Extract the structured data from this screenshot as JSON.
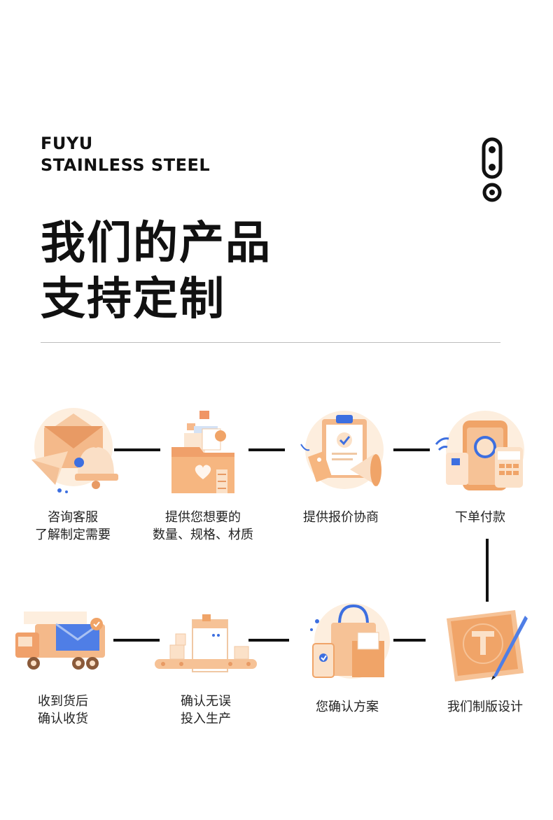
{
  "brand": {
    "line1": "FUYU",
    "line2": "STAINLESS STEEL"
  },
  "headline": {
    "line1": "我们的产品",
    "line2": "支持定制"
  },
  "process": {
    "row1": [
      {
        "icon": "customer-service-bell-icon",
        "lines": [
          "咨询客服",
          "了解制定需要"
        ]
      },
      {
        "icon": "folder-documents-icon",
        "lines": [
          "提供您想要的",
          "数量、规格、材质"
        ]
      },
      {
        "icon": "quote-clipboard-megaphone-icon",
        "lines": [
          "提供报价协商"
        ]
      },
      {
        "icon": "payment-terminal-icon",
        "lines": [
          "下单付款"
        ]
      }
    ],
    "row2": [
      {
        "icon": "delivery-truck-icon",
        "lines": [
          "收到货后",
          "确认收货"
        ]
      },
      {
        "icon": "production-line-icon",
        "lines": [
          "确认无误",
          "投入生产"
        ]
      },
      {
        "icon": "shopping-bag-confirm-icon",
        "lines": [
          "您确认方案"
        ]
      },
      {
        "icon": "design-pen-blueprint-icon",
        "lines": [
          "我们制版设计"
        ]
      }
    ]
  },
  "colors": {
    "accent_orange": "#f0a468",
    "accent_blue": "#3d6fe0",
    "text": "#111111"
  }
}
